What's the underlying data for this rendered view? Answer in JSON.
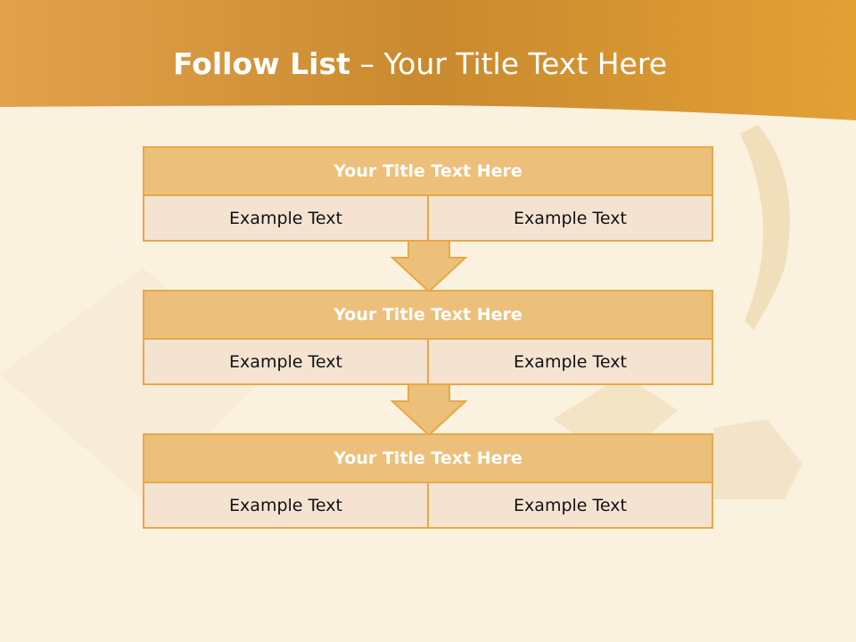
{
  "slide": {
    "title_bold": "Follow List",
    "title_rest": "– Your Title Text Here"
  },
  "blocks": [
    {
      "title": "Your Title Text Here",
      "left": "Example Text",
      "right": "Example Text"
    },
    {
      "title": "Your Title Text Here",
      "left": "Example Text",
      "right": "Example Text"
    },
    {
      "title": "Your Title Text Here",
      "left": "Example Text",
      "right": "Example Text"
    }
  ],
  "colors": {
    "header_band": "#d9962a",
    "box_header": "#ecc07a",
    "box_border": "#e7a844",
    "cell_fill": "#f5e3d2"
  }
}
